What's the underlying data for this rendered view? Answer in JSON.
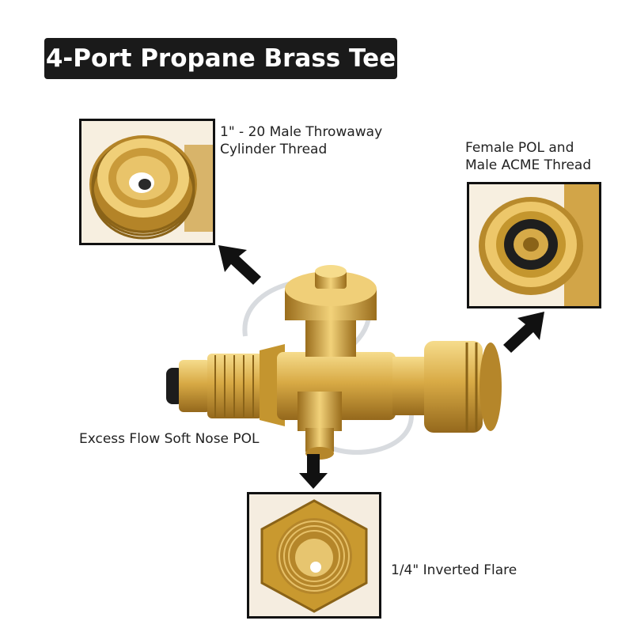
{
  "title": "4-Port Propane Brass Tee",
  "callouts": {
    "top_left": [
      "1\" - 20 Male Throwaway",
      "Cylinder Thread"
    ],
    "top_right": [
      "Female POL and",
      "Male ACME Thread"
    ],
    "left": "Excess Flow Soft Nose POL",
    "bottom": "1/4\" Inverted Flare"
  },
  "colors": {
    "brass_light": "#f3d27a",
    "brass": "#d7a93f",
    "brass_dark": "#9a6d1c",
    "banner": "#1a1a1a",
    "arrow": "#111111"
  }
}
